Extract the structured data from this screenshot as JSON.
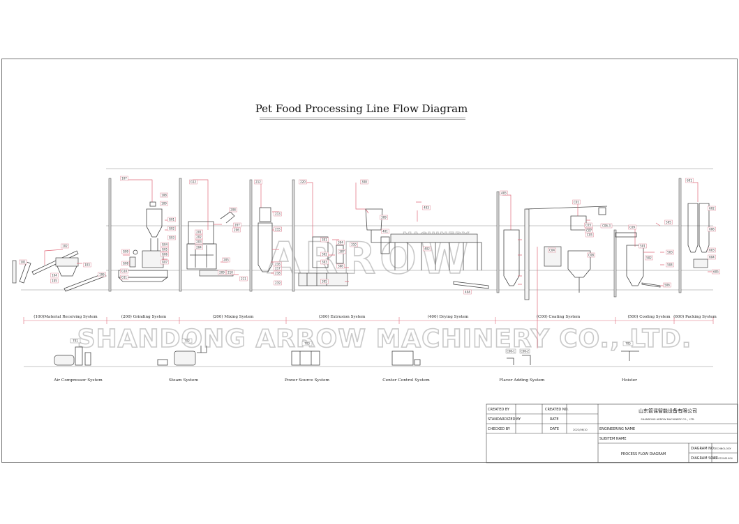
{
  "title": "Pet Food Processing Line Flow Diagram",
  "watermark": {
    "company": "SHANDONG ARROW MACHINERY CO., LTD.",
    "brand": "ARROW",
    "machinery": "MACHINERY"
  },
  "systems": [
    "(100)Material Receiving System",
    "(200) Grinding System",
    "(200) Mixing System",
    "(300) Extrusion System",
    "(400) Drying System",
    "(C00) Coating System",
    "(500) Cooling System",
    "(600) Packing System"
  ],
  "utilities": [
    "Air Compressor System",
    "Steam System",
    "Power Source System",
    "Center Control System",
    "Flavor Adding System",
    "Hoister"
  ],
  "utility_tags": [
    "701",
    "702",
    "703",
    "",
    "C06-1",
    "C06-2",
    "705"
  ],
  "title_block": {
    "created_by": "CREATED BY",
    "created_no": "CREATED NO.",
    "standardized_by": "STANDARDIZED BY",
    "rate": "RATE",
    "checked_by": "CHECKED BY",
    "date": "DATE",
    "date_value": "2022/06/10",
    "company_cn": "山东箭谣智能设备有限公司",
    "company_en": "SHANDONG ARROW MACHINERY CO.，LTD.",
    "engineering_name": "ENGINEERING NAME",
    "subitem_name": "SUBITEM NAME",
    "diagram_title": "PROCESS FLOW DIAGRAM",
    "diagram_no": "DIAGRAM NO.",
    "diagram_no_value": "TECHNOLOGY",
    "diagram_sort": "DIAGRAM SORT",
    "diagram_sort_value": "PD2022061004"
  },
  "equipment_tags": [
    "101",
    "102",
    "103",
    "104",
    "105",
    "106",
    "107",
    "108",
    "109",
    "G01",
    "G02",
    "G03",
    "G04",
    "G05",
    "G06",
    "G07",
    "G08",
    "G09",
    "G10",
    "G11",
    "G12",
    "201",
    "202",
    "203",
    "204",
    "205",
    "206",
    "207",
    "208",
    "209",
    "210",
    "211",
    "212",
    "213",
    "214",
    "215",
    "216",
    "217",
    "218",
    "219",
    "220",
    "301",
    "302",
    "303",
    "304",
    "305",
    "306",
    "307",
    "308",
    "309",
    "310",
    "401",
    "402",
    "403",
    "404",
    "405",
    "C01",
    "C02",
    "C03",
    "C04",
    "C05",
    "C06-3",
    "C07",
    "C08",
    "C09",
    "501",
    "502",
    "503",
    "504",
    "505",
    "506",
    "601",
    "602",
    "603",
    "604",
    "605",
    "606"
  ]
}
